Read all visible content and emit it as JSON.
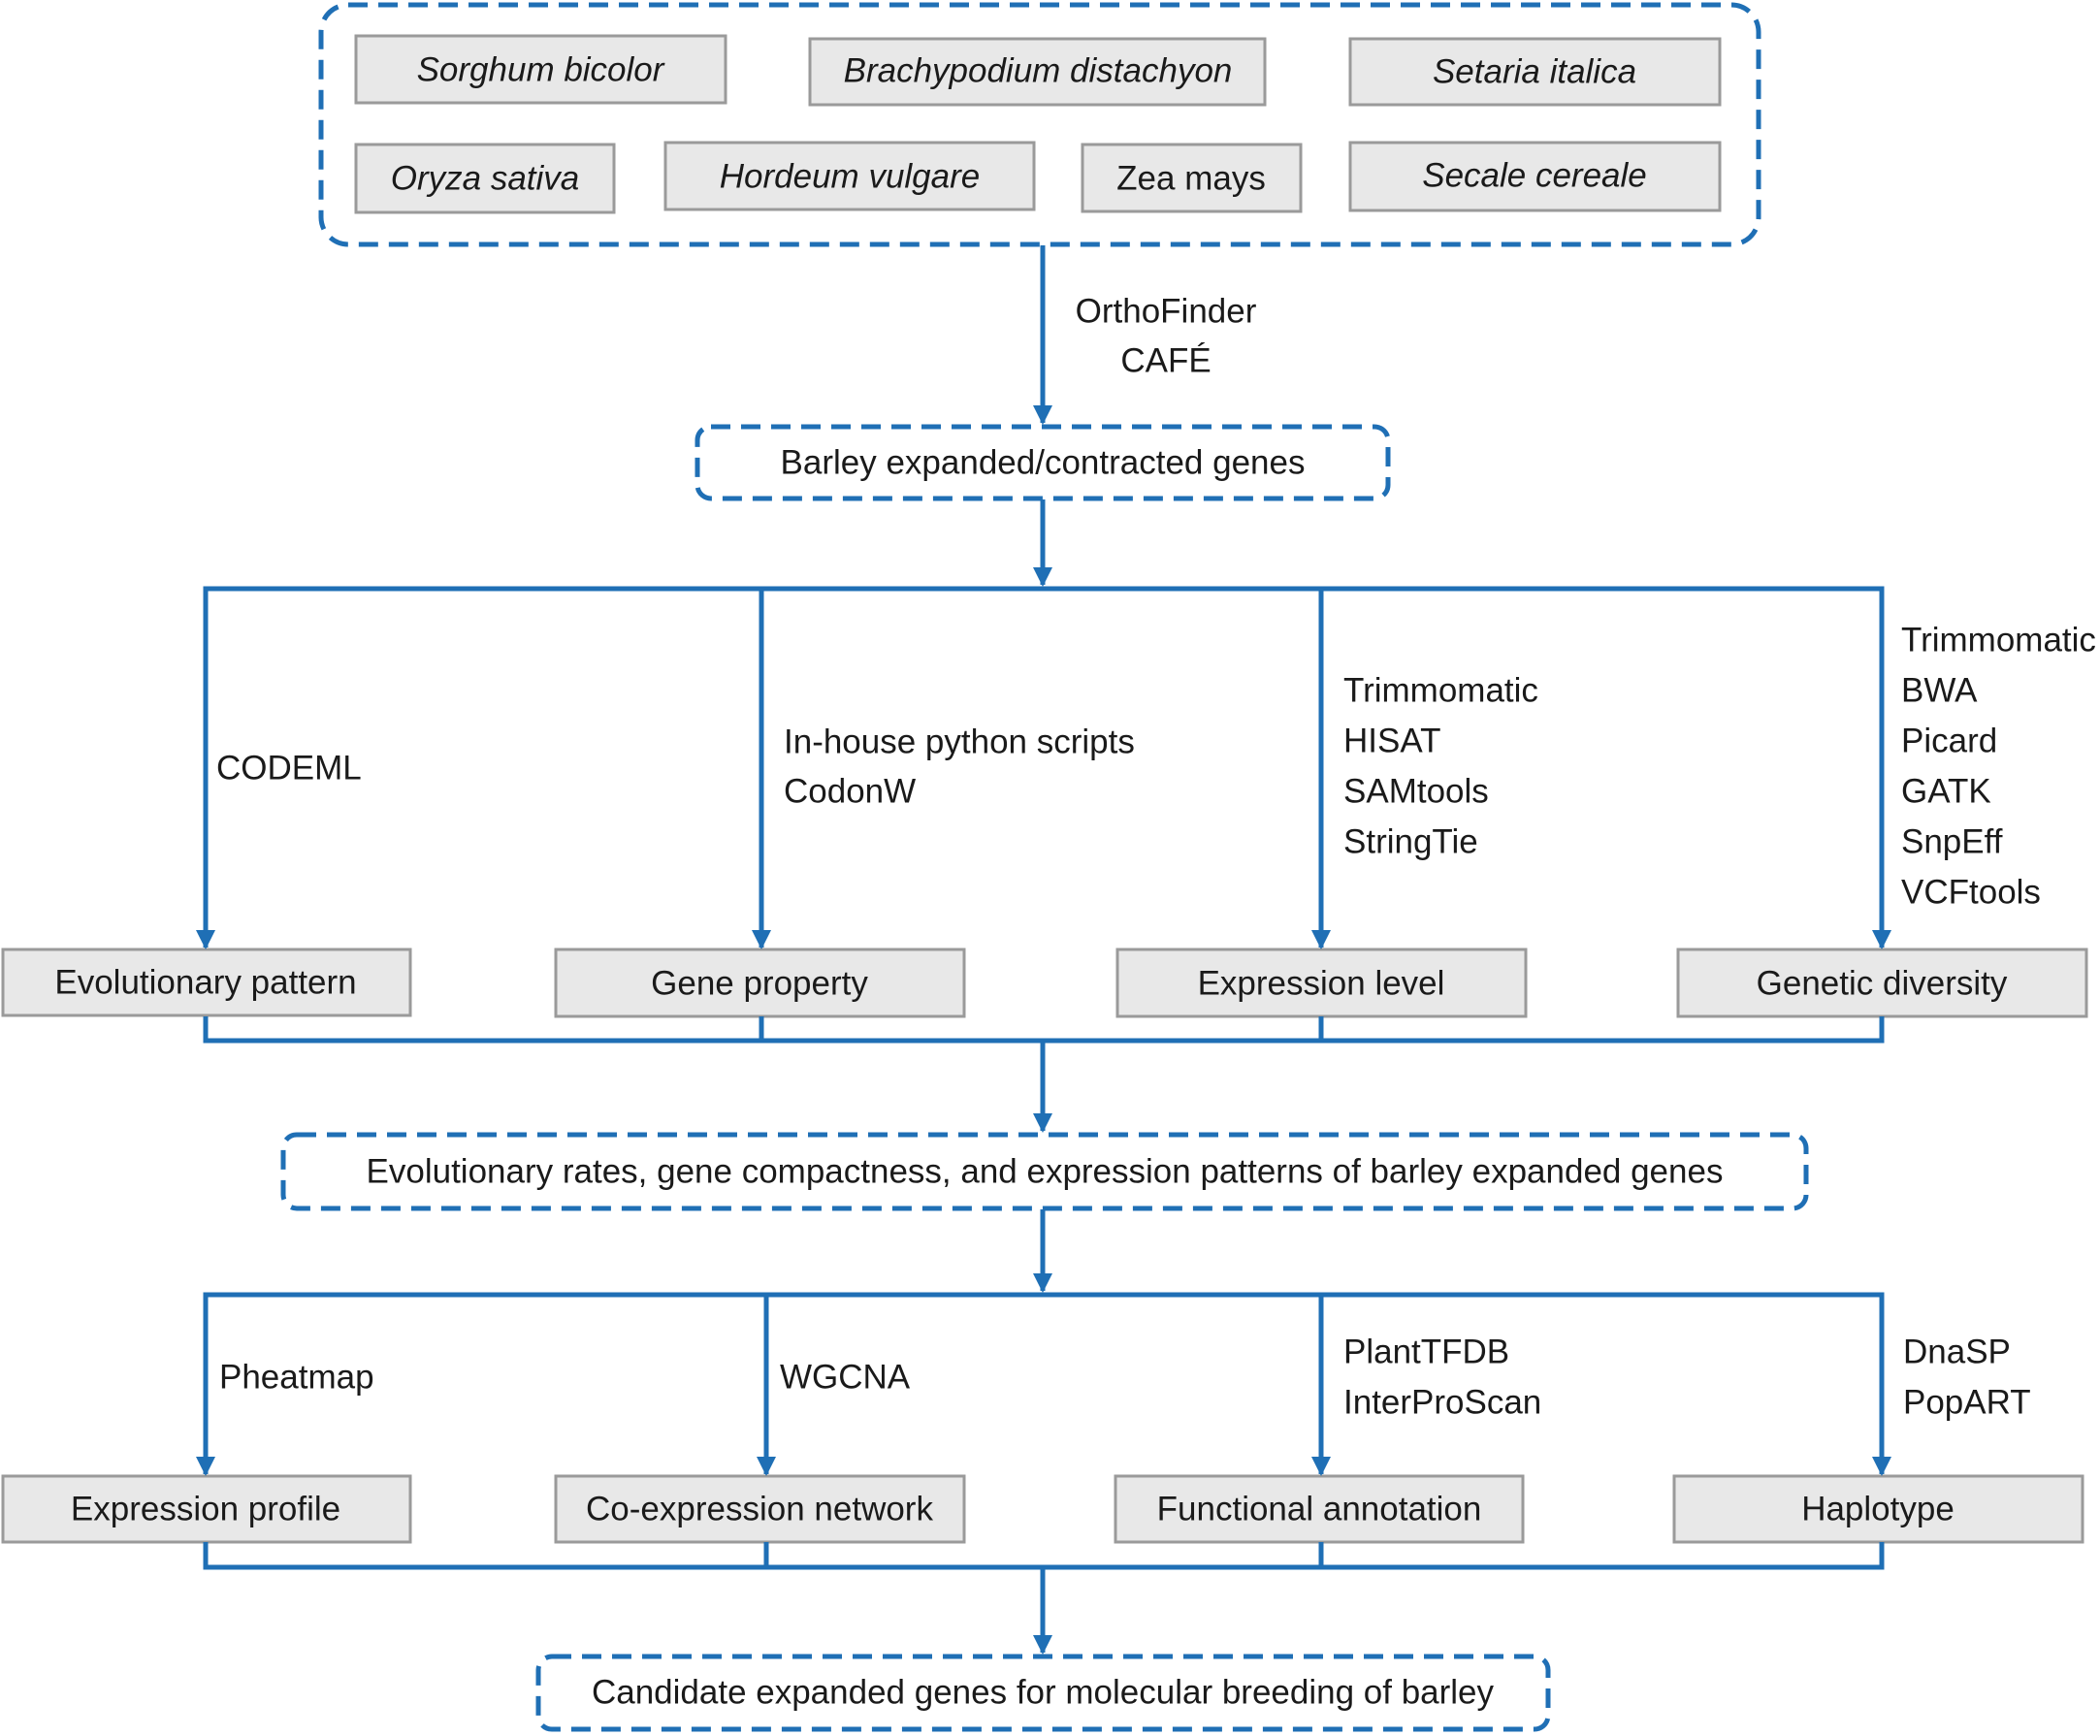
{
  "species": [
    {
      "name": "Sorghum bicolor"
    },
    {
      "name": "Brachypodium distachyon"
    },
    {
      "name": "Setaria italica"
    },
    {
      "name": "Oryza sativa"
    },
    {
      "name": "Hordeum vulgare"
    },
    {
      "name": "Zea mays"
    },
    {
      "name": "Secale cereale"
    }
  ],
  "step1_tools": [
    "OrthoFinder",
    "CAFÉ"
  ],
  "stage1": "Barley expanded/contracted genes",
  "analyses_row1": [
    {
      "label": "Evolutionary pattern",
      "tools": [
        "CODEML"
      ]
    },
    {
      "label": "Gene property",
      "tools": [
        "In-house python scripts",
        "CodonW"
      ]
    },
    {
      "label": "Expression level",
      "tools": [
        "Trimmomatic",
        "HISAT",
        "SAMtools",
        "StringTie"
      ]
    },
    {
      "label": "Genetic diversity",
      "tools": [
        "Trimmomatic",
        "BWA",
        "Picard",
        "GATK",
        "SnpEff",
        "VCFtools"
      ]
    }
  ],
  "stage2": "Evolutionary  rates, gene compactness, and expression patterns of barley expanded genes",
  "analyses_row2": [
    {
      "label": "Expression profile",
      "tools": [
        "Pheatmap"
      ]
    },
    {
      "label": "Co-expression network",
      "tools": [
        "WGCNA"
      ]
    },
    {
      "label": "Functional annotation",
      "tools": [
        "PlantTFDB",
        "InterProScan"
      ]
    },
    {
      "label": "Haplotype",
      "tools": [
        "DnaSP",
        "PopART"
      ]
    }
  ],
  "final": "Candidate  expanded  genes  for molecular  breeding  of barley",
  "colors": {
    "flow_line": "#1f6fb5",
    "box_fill": "#e8e8e8",
    "box_border": "#9a9a9a"
  }
}
